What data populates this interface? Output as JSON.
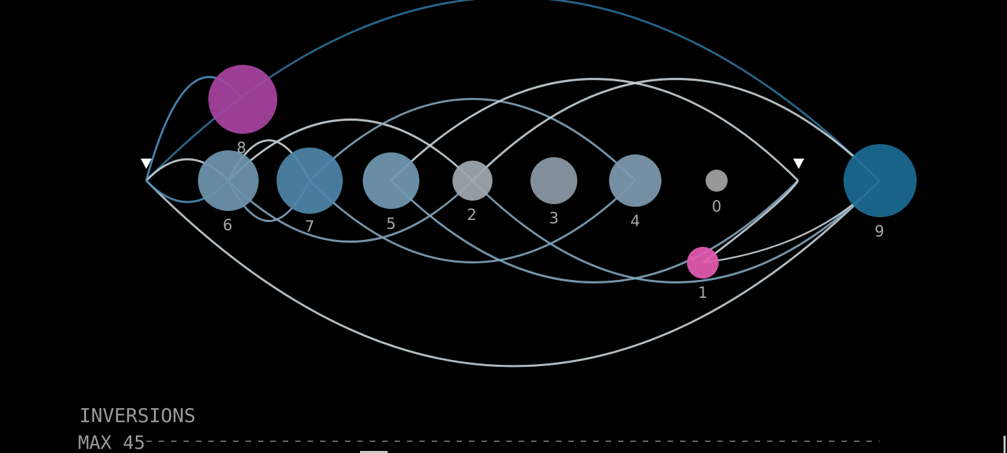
{
  "diagram": {
    "nodes": [
      {
        "id": "8",
        "label": "8",
        "color": "#a8439f"
      },
      {
        "id": "6",
        "label": "6",
        "color": "#6d94ad"
      },
      {
        "id": "7",
        "label": "7",
        "color": "#4f84a8"
      },
      {
        "id": "5",
        "label": "5",
        "color": "#7098b2"
      },
      {
        "id": "2",
        "label": "2",
        "color": "#9fa9b0"
      },
      {
        "id": "3",
        "label": "3",
        "color": "#8c9aa6"
      },
      {
        "id": "4",
        "label": "4",
        "color": "#7d99ae"
      },
      {
        "id": "0",
        "label": "0",
        "color": "#a3a3a3"
      },
      {
        "id": "1",
        "label": "1",
        "color": "#e45ab0"
      },
      {
        "id": "9",
        "label": "9",
        "color": "#1c6a92"
      }
    ],
    "markers": [
      "start-marker",
      "end-marker"
    ],
    "colors": {
      "arc_light": "#c8d0d6",
      "arc_mid": "#7fa4bd",
      "arc_blue": "#4d90bd",
      "arc_dark_blue": "#2b6f98"
    }
  },
  "footer": {
    "inversions_label": "INVERSIONS",
    "max_label": "MAX 45"
  }
}
